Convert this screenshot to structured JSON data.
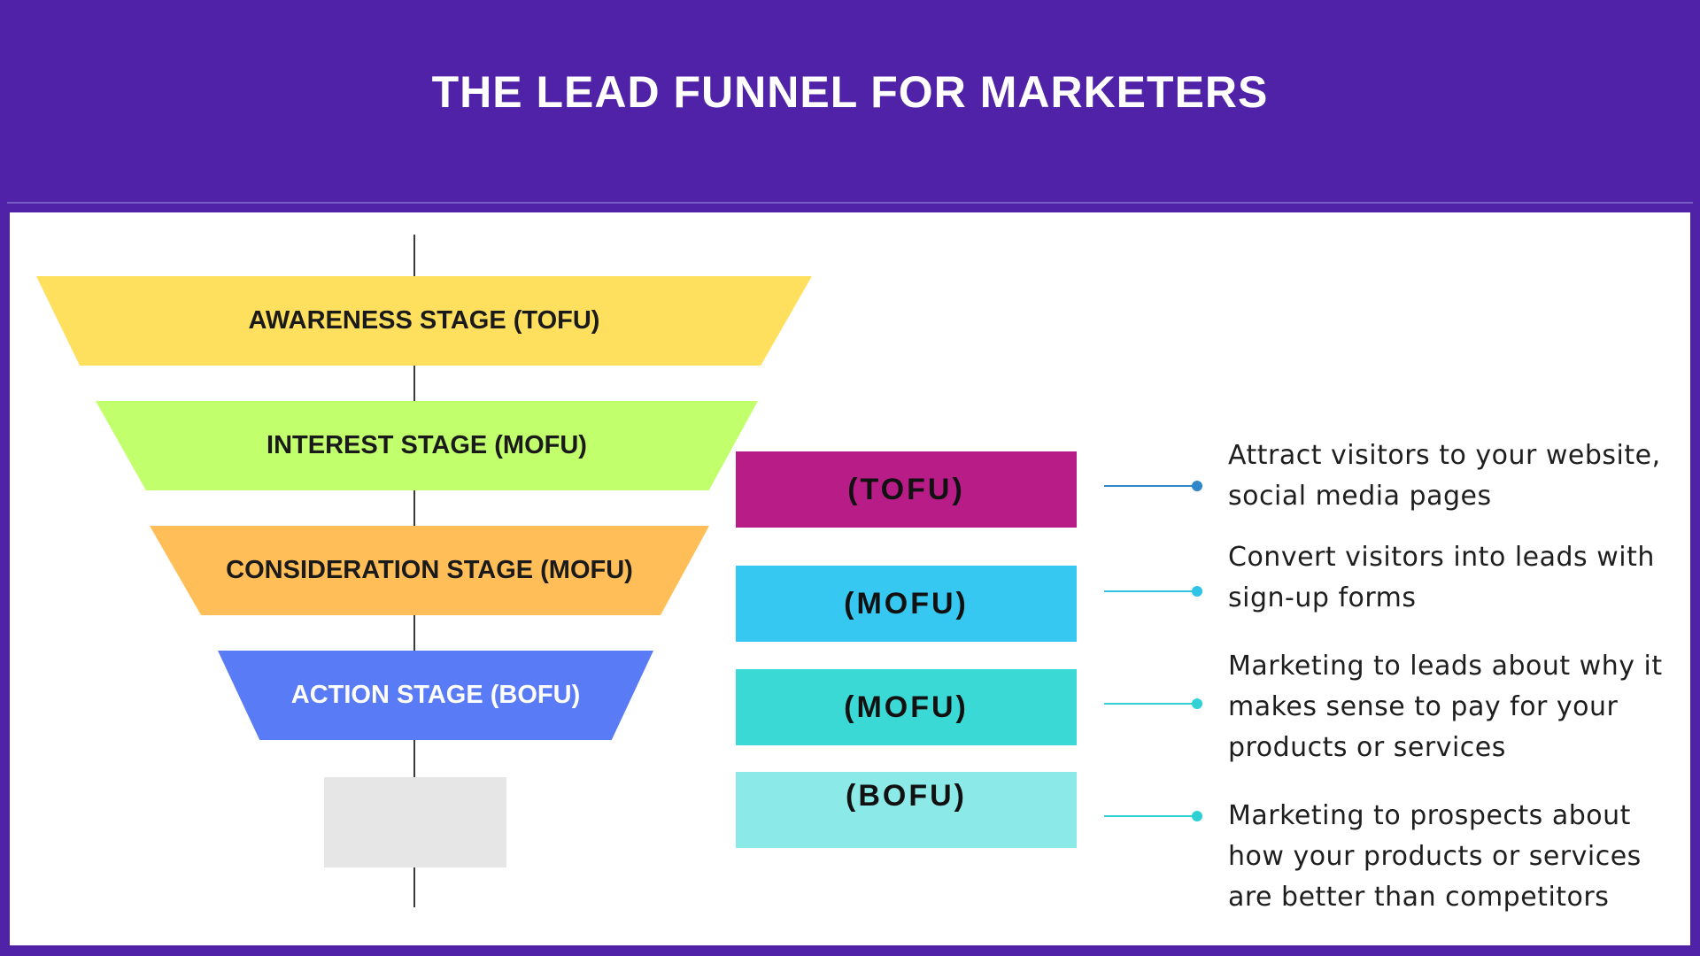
{
  "title": "THE LEAD FUNNEL FOR MARKETERS",
  "funnel": {
    "stages": [
      {
        "label": "AWARENESS STAGE (TOFU)",
        "color": "#FFDF5E"
      },
      {
        "label": "INTEREST STAGE (MOFU)",
        "color": "#C2FF6C"
      },
      {
        "label": "CONSIDERATION STAGE (MOFU)",
        "color": "#FFBE57"
      },
      {
        "label": "ACTION STAGE (BOFU)",
        "color": "#5A7BF6"
      }
    ]
  },
  "tags": [
    {
      "label": "(TOFU)",
      "color": "#B81C86",
      "line_color": "#2F86C9"
    },
    {
      "label": "(MOFU)",
      "color": "#36C8F0",
      "line_color": "#2FC3E6"
    },
    {
      "label": "(MOFU)",
      "color": "#3BD9D6",
      "line_color": "#30D2D6"
    },
    {
      "label": "(BOFU)",
      "color": "#8BEAE8",
      "line_color": "#2FD0D4"
    }
  ],
  "descriptions": [
    "Attract visitors to your website, social media pages",
    "Convert visitors into leads with sign-up forms",
    "Marketing to leads about why it makes sense to pay for your products or services",
    "Marketing to prospects about how your products or services are better than competitors"
  ]
}
